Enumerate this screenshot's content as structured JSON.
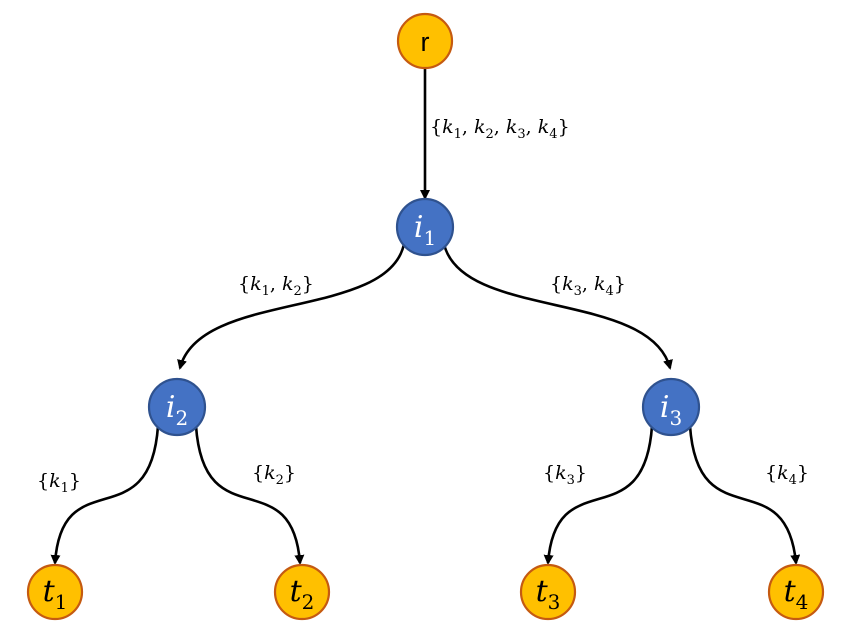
{
  "colors": {
    "leaf_fill": "#FFC000",
    "leaf_stroke": "#C55A11",
    "inner_fill": "#4472C4",
    "inner_stroke": "#2F528F",
    "edge": "#000000"
  },
  "nodes": {
    "root": {
      "label": "r"
    },
    "i1": {
      "base": "i",
      "sub": "1"
    },
    "i2": {
      "base": "i",
      "sub": "2"
    },
    "i3": {
      "base": "i",
      "sub": "3"
    },
    "t1": {
      "base": "t",
      "sub": "1"
    },
    "t2": {
      "base": "t",
      "sub": "2"
    },
    "t3": {
      "base": "t",
      "sub": "3"
    },
    "t4": {
      "base": "t",
      "sub": "4"
    }
  },
  "edges": {
    "r_i1": {
      "keys": [
        "1",
        "2",
        "3",
        "4"
      ]
    },
    "i1_i2": {
      "keys": [
        "1",
        "2"
      ]
    },
    "i1_i3": {
      "keys": [
        "3",
        "4"
      ]
    },
    "i2_t1": {
      "keys": [
        "1"
      ]
    },
    "i2_t2": {
      "keys": [
        "2"
      ]
    },
    "i3_t3": {
      "keys": [
        "3"
      ]
    },
    "i3_t4": {
      "keys": [
        "4"
      ]
    }
  },
  "key_symbol": "k"
}
